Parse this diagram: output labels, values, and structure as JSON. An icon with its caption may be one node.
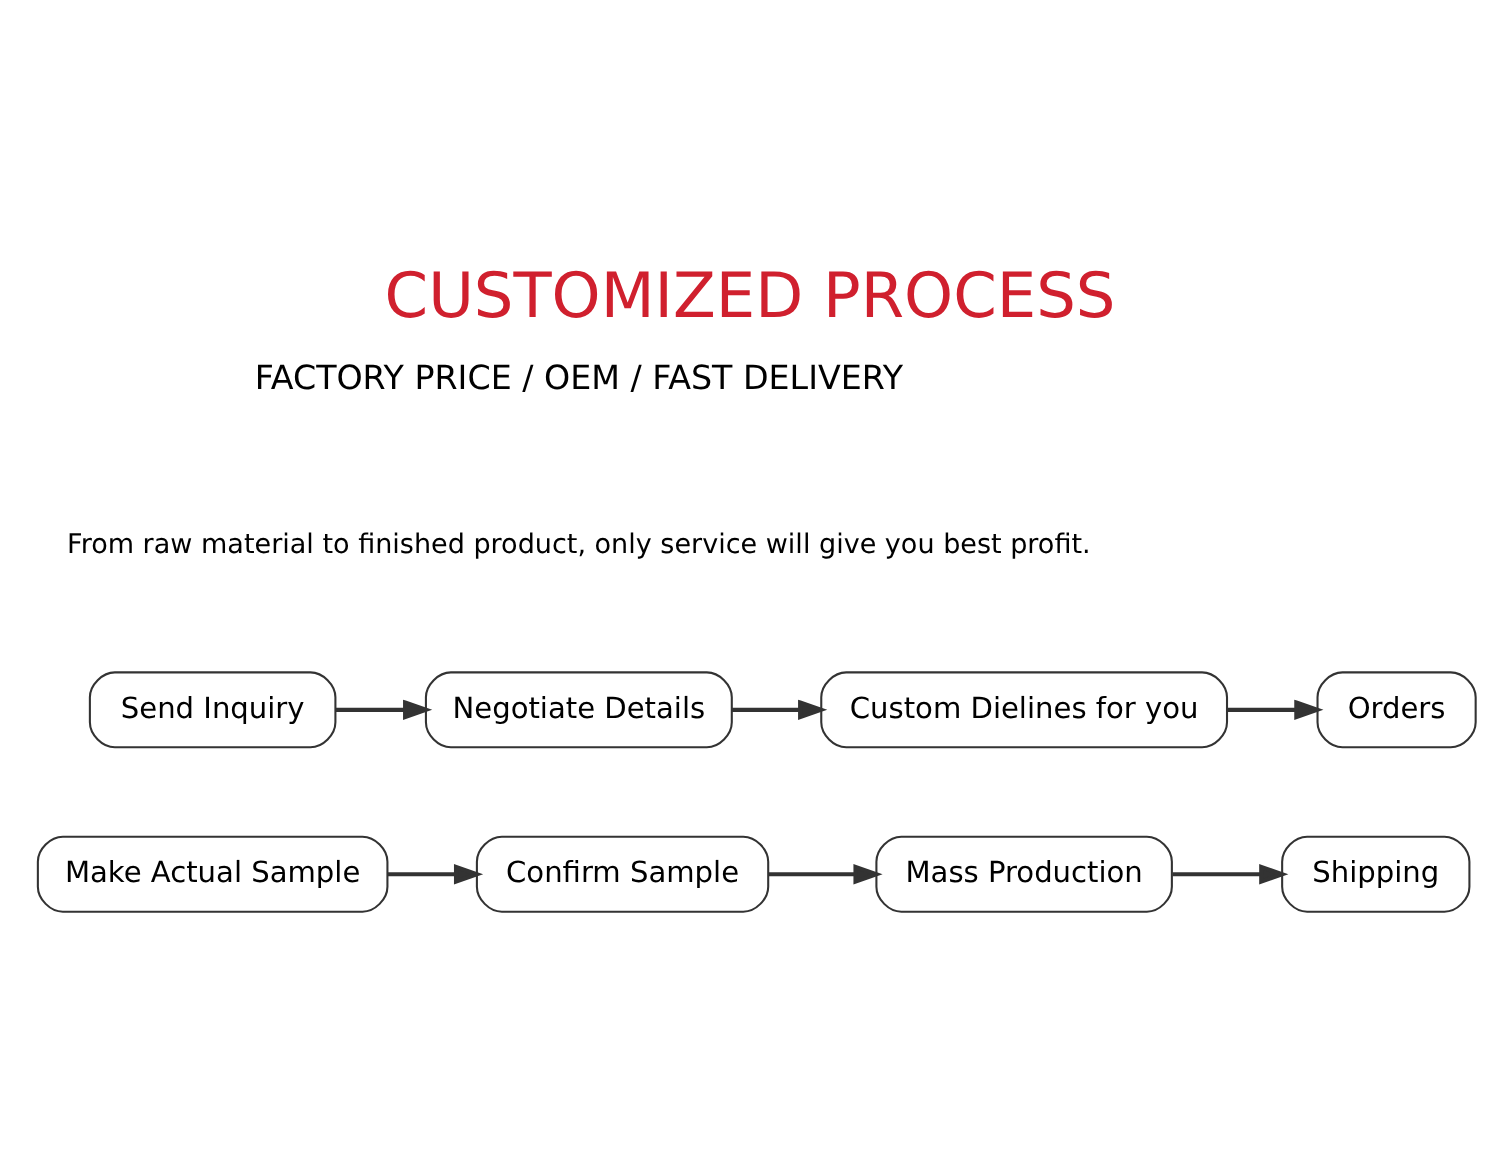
{
  "diagram": {
    "title": "CUSTOMIZED PROCESS",
    "nodes": [
      {
        "text": [
          "Send Inquiry"
        ]
      },
      {
        "text": [
          "Negotiate Details"
        ]
      },
      {
        "text": [
          "Custom Dielines for you"
        ]
      },
      {
        "text": [
          "Orders"
        ]
      },
      {
        "text": [
          "Make Actual Sample"
        ]
      },
      {
        "text": [
          "Confirm Sample"
        ]
      },
      {
        "text": [
          "Mass Production"
        ]
      },
      {
        "text": [
          "Shipping"
        ]
      }
    ],
    "edges": [
      {
        "from": 0,
        "to": 1,
        "arrow": "to"
      },
      {
        "from": 1,
        "to": 2,
        "arrow": "to"
      },
      {
        "from": 2,
        "to": 3,
        "arrow": "to"
      },
      {
        "from": 4,
        "to": 5,
        "arrow": "to"
      },
      {
        "from": 5,
        "to": 6,
        "arrow": "to"
      },
      {
        "from": 6,
        "to": 7,
        "arrow": "to"
      }
    ],
    "labels": [
      "FACTORY PRICE / OEM / FAST DELIVERY",
      "From raw material to finished product, only service will give you best profit."
    ]
  }
}
